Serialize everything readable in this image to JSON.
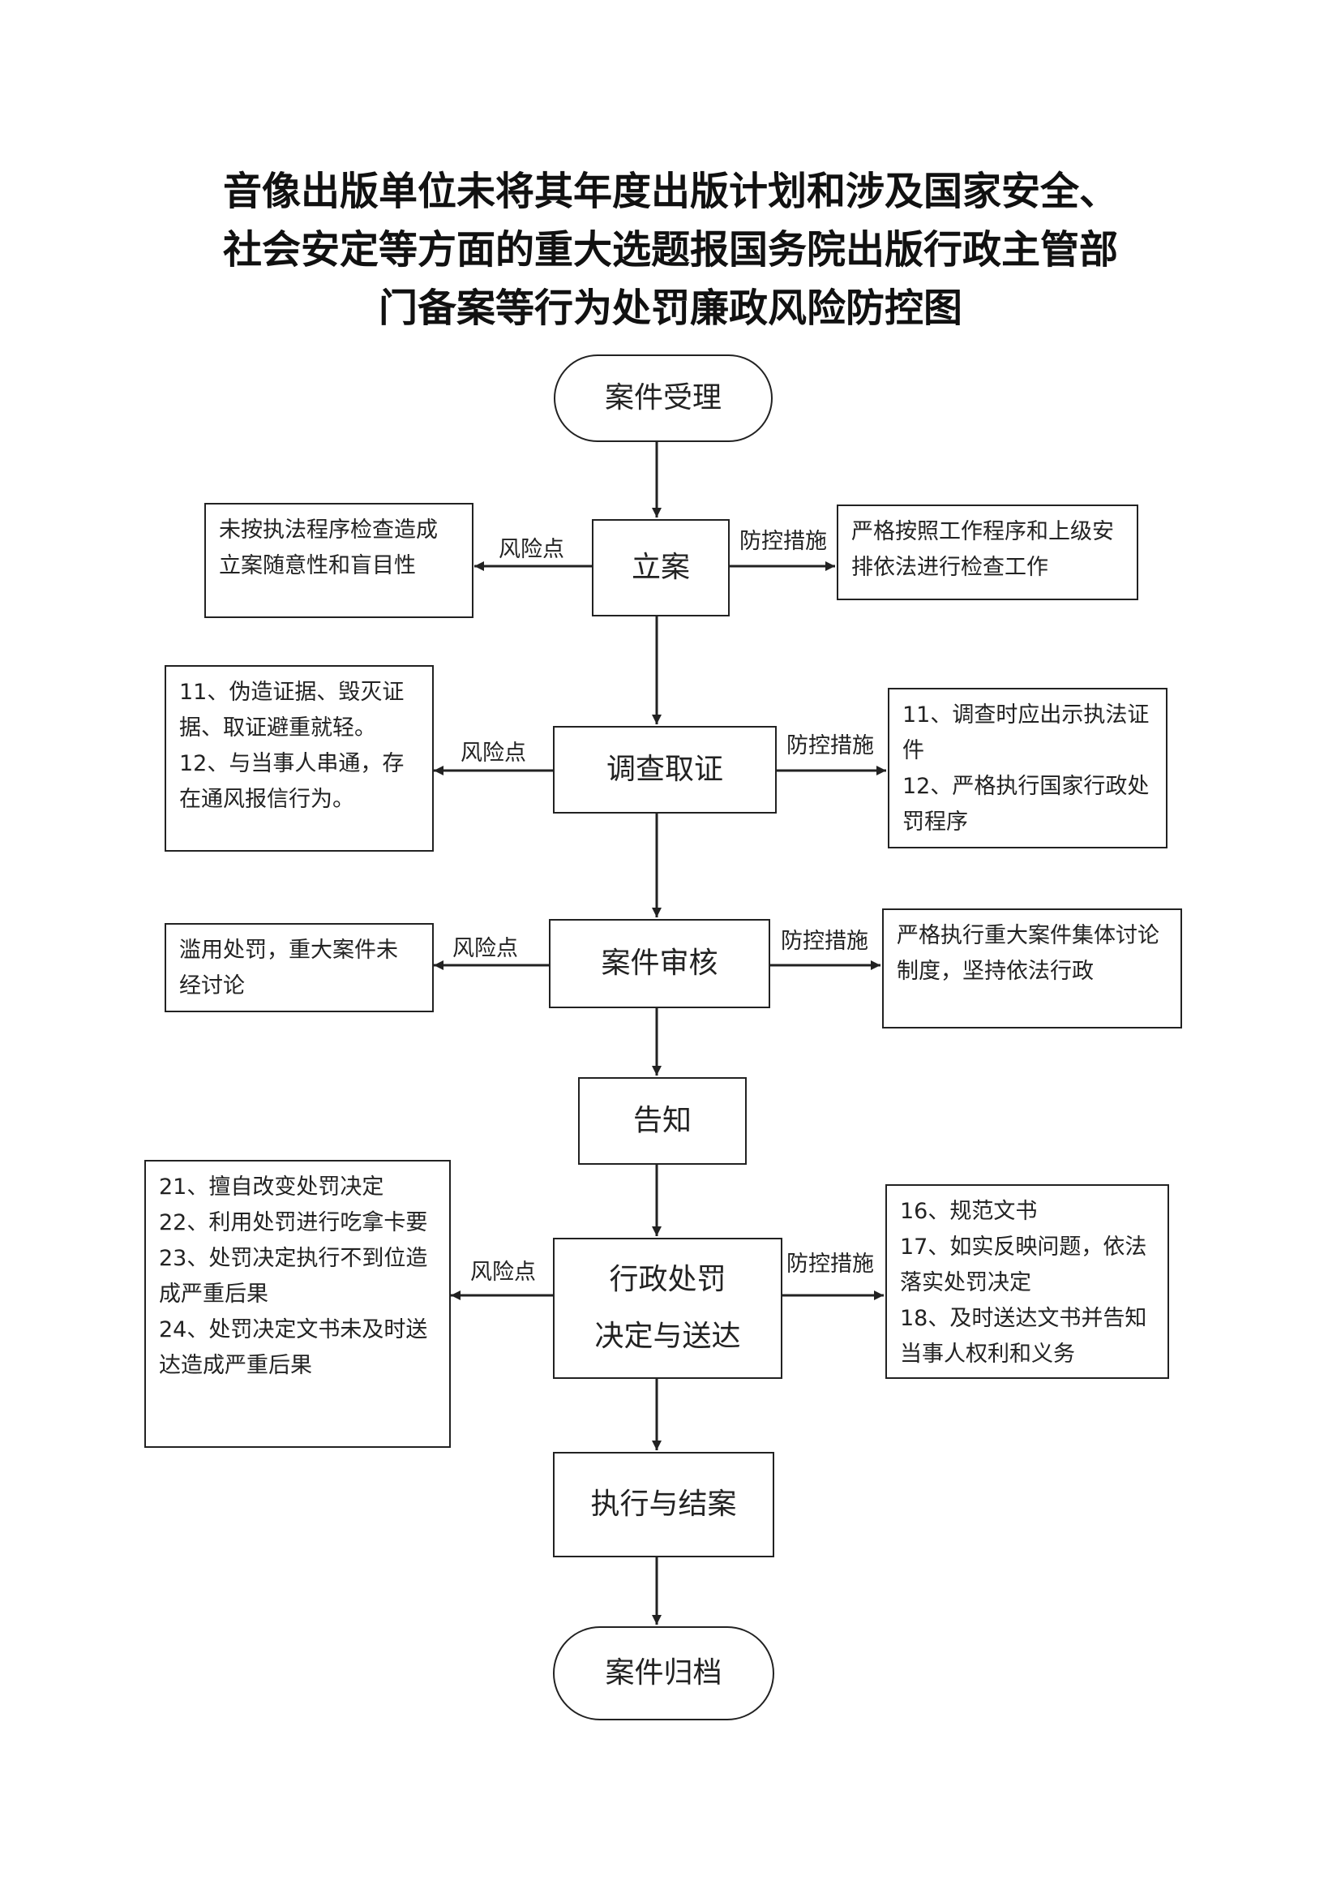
{
  "title": {
    "line1": "音像出版单位未将其年度出版计划和涉及国家安全、",
    "line2": "社会安定等方面的重大选题报国务院出版行政主管部",
    "line3": "门备案等行为处罚廉政风险防控图"
  },
  "labels": {
    "risk": "风险点",
    "control": "防控措施"
  },
  "steps": {
    "accept": "案件受理",
    "filing": "立案",
    "investigate": "调查取证",
    "review": "案件审核",
    "notify": "告知",
    "decision_line1": "行政处罚",
    "decision_line2": "决定与送达",
    "execute": "执行与结案",
    "archive": "案件归档"
  },
  "risks": {
    "filing": [
      "未按执法程序检查造成立案随意性和盲目性"
    ],
    "investigate": [
      "11、伪造证据、毁灭证据、取证避重就轻。",
      "12、与当事人串通，存在通风报信行为。"
    ],
    "review": [
      "滥用处罚，重大案件未经讨论"
    ],
    "decision": [
      "21、擅自改变处罚决定",
      "22、利用处罚进行吃拿卡要",
      "23、处罚决定执行不到位造成严重后果",
      "24、处罚决定文书未及时送达造成严重后果"
    ]
  },
  "controls": {
    "filing": [
      "严格按照工作程序和上级安排依法进行检查工作"
    ],
    "investigate": [
      "11、调查时应出示执法证件",
      "12、严格执行国家行政处罚程序"
    ],
    "review": [
      "严格执行重大案件集体讨论制度，坚持依法行政"
    ],
    "decision": [
      "16、规范文书",
      "17、如实反映问题，依法落实处罚决定",
      "18、及时送达文书并告知当事人权利和义务"
    ]
  }
}
